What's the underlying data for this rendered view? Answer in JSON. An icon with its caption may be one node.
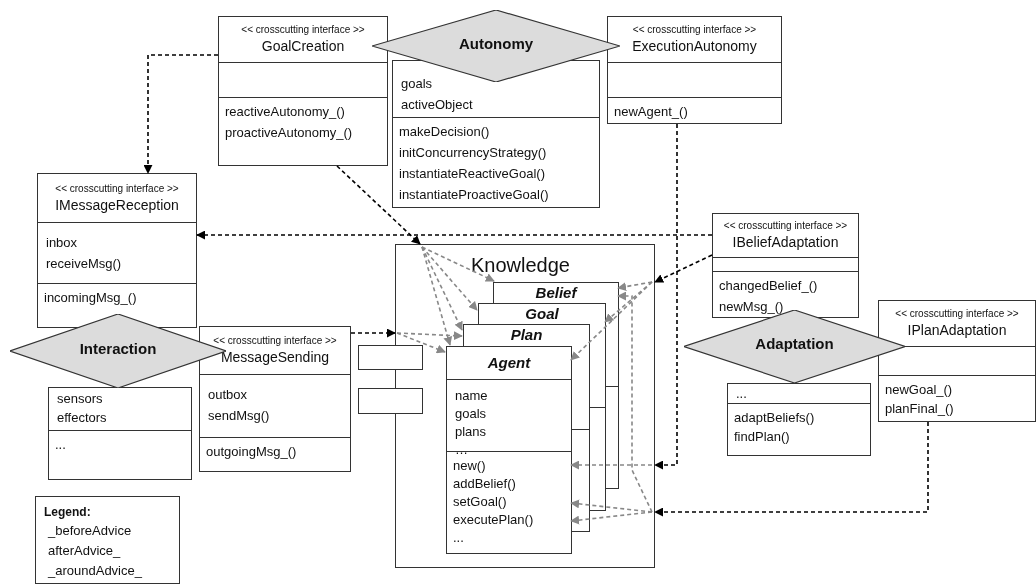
{
  "diagram": {
    "nodes": [
      {
        "text": [
          "<< crosscutting interface >>",
          "GoalCreation",
          "reactiveAutonomy_()",
          "proactiveAutonomy_()"
        ]
      },
      {
        "text": [
          "Autonomy"
        ]
      },
      {
        "text": [
          "goals",
          "activeObject",
          "makeDecision()",
          "initConcurrencyStrategy()",
          "instantiateReactiveGoal()",
          "instantiateProactiveGoal()"
        ]
      },
      {
        "text": [
          "<< crosscutting interface >>",
          "ExecutionAutonomy",
          "newAgent_()"
        ]
      },
      {
        "text": [
          "<< crosscutting interface >>",
          "IMessageReception",
          "inbox",
          "receiveMsg()",
          "incomingMsg_()"
        ]
      },
      {
        "text": [
          "Knowledge"
        ]
      },
      {
        "text": [
          "Belief"
        ],
        "in": 5
      },
      {
        "text": [
          "Goal"
        ],
        "in": 5
      },
      {
        "text": [
          "Plan"
        ],
        "in": 5
      },
      {
        "text": [
          "Agent",
          "name",
          "goals",
          "plans",
          "…",
          "new()",
          "addBelief()",
          "setGoal()",
          "executePlan()",
          "..."
        ],
        "in": 5
      },
      {
        "text": [
          "<< crosscutting interface >>",
          "IBeliefAdaptation",
          "changedBelief_()",
          "newMsg_()"
        ]
      },
      {
        "text": [
          "Interaction"
        ]
      },
      {
        "text": [
          "sensors",
          "effectors",
          "..."
        ]
      },
      {
        "text": [
          "<< crosscutting interface >>",
          "MessageSending",
          "outbox",
          "sendMsg()",
          "outgoingMsg_()"
        ]
      },
      {
        "text": [],
        "shape": "box"
      },
      {
        "text": [],
        "shape": "box"
      },
      {
        "text": [
          "Adaptation"
        ]
      },
      {
        "text": [
          "...",
          "adaptBeliefs()",
          "findPlan()"
        ]
      },
      {
        "text": [
          "<< crosscutting interface >>",
          "IPlanAdaptation",
          "newGoal_()",
          "planFinal_()"
        ]
      },
      {
        "text": [
          "Legend:",
          "_beforeAdvice",
          "afterAdvice_",
          "_aroundAdvice_"
        ]
      }
    ],
    "edges": [
      {
        "from": 0,
        "to": 4,
        "arrow": "to",
        "style": "dashed",
        "color": "#000000"
      },
      {
        "from": 0,
        "to": 5,
        "arrow": "to",
        "style": "dashed",
        "color": "#000000"
      },
      {
        "from": 10,
        "to": 4,
        "arrow": "to",
        "style": "dashed",
        "color": "#000000"
      },
      {
        "from": 10,
        "to": 5,
        "arrow": "to",
        "style": "dashed",
        "color": "#000000"
      },
      {
        "from": 3,
        "to": 5,
        "arrow": "to",
        "style": "dashed",
        "color": "#000000"
      },
      {
        "from": 13,
        "to": 5,
        "arrow": "to",
        "style": "dashed",
        "color": "#000000"
      },
      {
        "from": 18,
        "to": 5,
        "arrow": "to",
        "style": "dashed",
        "color": "#000000"
      },
      {
        "from": null,
        "to": 6,
        "arrow": "to",
        "style": "dashed",
        "color": "#888888"
      },
      {
        "from": null,
        "to": 7,
        "arrow": "to",
        "style": "dashed",
        "color": "#888888"
      },
      {
        "from": null,
        "to": 8,
        "arrow": "to",
        "style": "dashed",
        "color": "#888888"
      },
      {
        "from": null,
        "to": 9,
        "arrow": "to",
        "style": "dashed",
        "color": "#888888"
      },
      {
        "from": null,
        "to": 6,
        "arrow": "to",
        "style": "dashed",
        "color": "#888888"
      },
      {
        "from": null,
        "to": 7,
        "arrow": "to",
        "style": "dashed",
        "color": "#888888"
      },
      {
        "from": null,
        "to": 9,
        "arrow": "to",
        "style": "dashed",
        "color": "#888888"
      },
      {
        "from": null,
        "to": 8,
        "arrow": "to",
        "style": "dashed",
        "color": "#888888"
      },
      {
        "from": null,
        "to": 9,
        "arrow": "to",
        "style": "dashed",
        "color": "#888888"
      },
      {
        "from": null,
        "to": 9,
        "arrow": "to",
        "style": "dashed",
        "color": "#888888"
      },
      {
        "from": null,
        "to": 6,
        "arrow": "to",
        "style": "dashed",
        "color": "#888888"
      },
      {
        "from": null,
        "to": 9,
        "arrow": "to",
        "style": "dashed",
        "color": "#888888"
      },
      {
        "from": null,
        "to": 9,
        "arrow": "to",
        "style": "dashed",
        "color": "#888888"
      }
    ]
  }
}
